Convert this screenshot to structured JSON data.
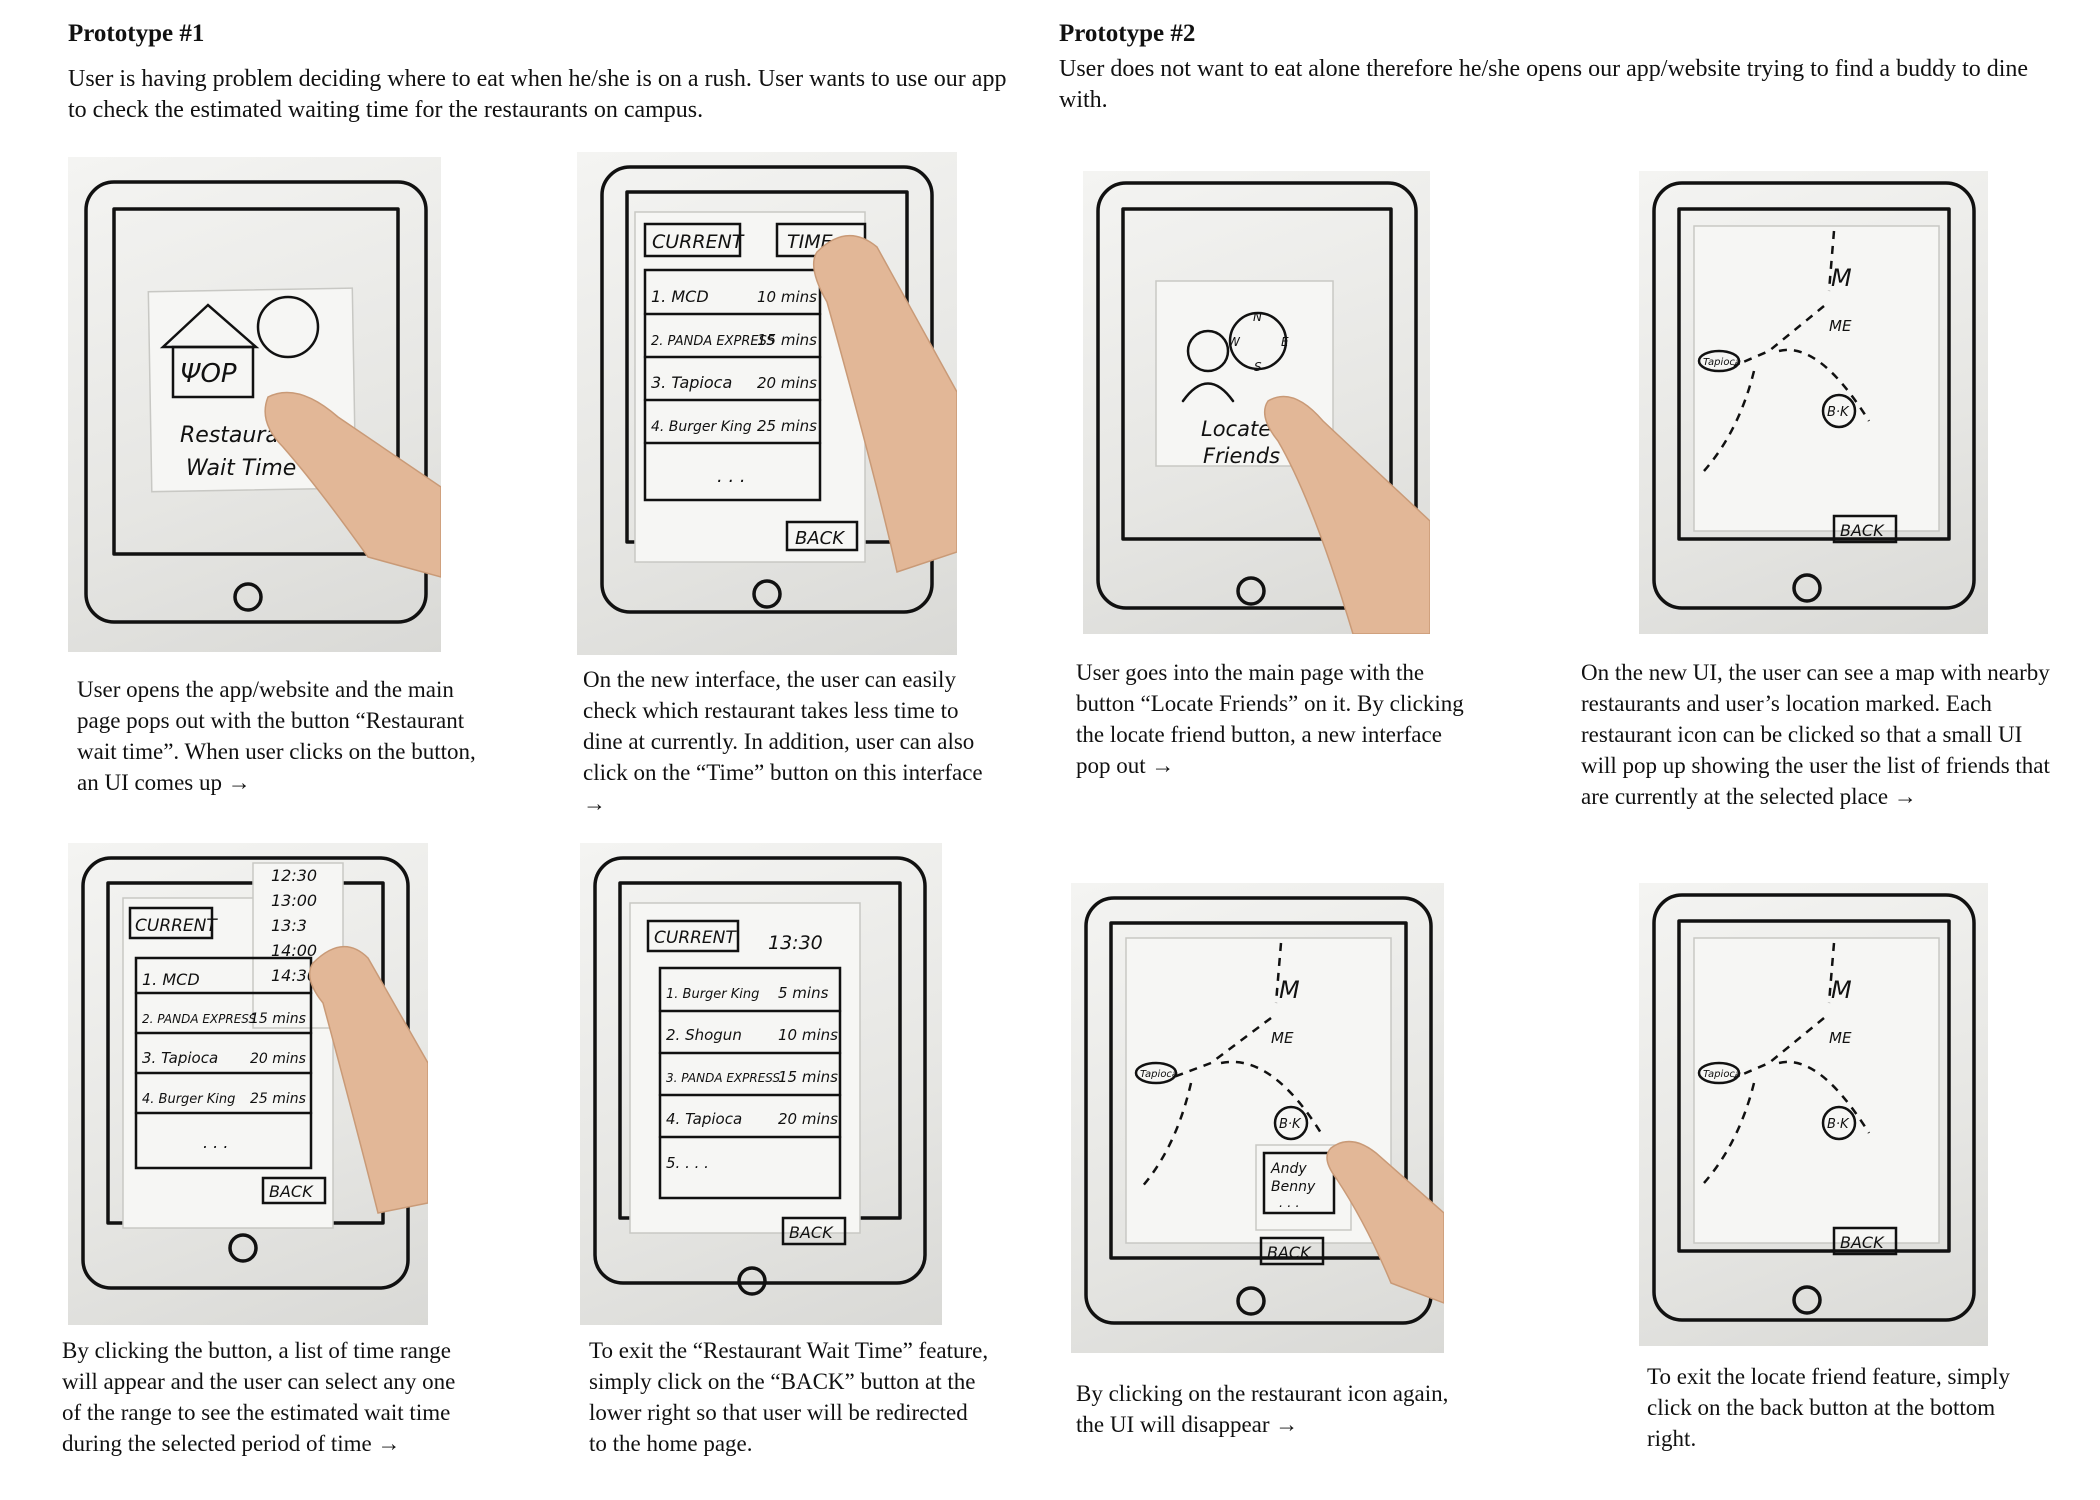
{
  "prototype1": {
    "heading": "Prototype #1",
    "intro": "User is having problem deciding where to eat when he/she is on a rush. User wants to use our app to check the estimated waiting time for the restaurants on campus.",
    "captions": [
      "User opens the app/website and the main page pops out with the button “Restaurant wait time”. When user clicks on the button, an UI comes up →",
      "On the new interface, the user can easily check which restaurant takes less time to dine at currently. In addition, user can also click on the “Time” button on this interface →",
      "By clicking the button, a list of time range will appear and the user can select any one of the range to see the estimated wait time during the selected period of time →",
      "To exit the “Restaurant Wait Time” feature, simply click on the “BACK” button at the lower right so that user will be redirected to the home page."
    ],
    "sketch": {
      "app_button": [
        "Restaurant",
        "Wait Time"
      ],
      "sign": "ΨOP",
      "tab_current": "CURRENT",
      "tab_time": "TIME",
      "selected_time": "13:30",
      "back": "BACK",
      "ellipsis": ". . .",
      "time_options": [
        "12:30",
        "13:00",
        "13:3",
        "14:00",
        "14:30"
      ],
      "rows_current": [
        {
          "name": "1. MCD",
          "wait": "10 mins"
        },
        {
          "name": "2. PANDA EXPRESS",
          "wait": "15 mins"
        },
        {
          "name": "3. Tapioca",
          "wait": "20 mins"
        },
        {
          "name": "4. Burger King",
          "wait": "25 mins"
        }
      ],
      "rows_1330": [
        {
          "name": "1. Burger King",
          "wait": "5 mins"
        },
        {
          "name": "2. Shogun",
          "wait": "10 mins"
        },
        {
          "name": "3. PANDA EXPRESS",
          "wait": "15 mins"
        },
        {
          "name": "4. Tapioca",
          "wait": "20 mins"
        },
        {
          "name": "5. . . .",
          "wait": ""
        }
      ]
    }
  },
  "prototype2": {
    "heading": "Prototype #2",
    "intro": "User does not want to eat alone therefore he/she opens our app/website trying to find a buddy to dine with.",
    "captions": [
      "User goes into the main page with the button “Locate Friends”  on it. By clicking the locate friend button, a new interface pop out →",
      "On the new UI, the user can see a map with nearby restaurants and user’s location marked. Each restaurant icon can be clicked so that a small UI will pop up showing the user the list of friends that are currently at the selected place →",
      "By clicking on the restaurant icon again, the UI will disappear →",
      "To exit the locate friend feature, simply click on the back button at the bottom right."
    ],
    "sketch": {
      "app_button": [
        "Locate",
        "Friends"
      ],
      "compass": [
        "N",
        "E",
        "S",
        "W"
      ],
      "map_labels": {
        "me": "ME",
        "mcd": "M",
        "bk": "B·K",
        "tapioca": "Tapioca"
      },
      "friends": [
        "Andy",
        "Benny",
        ". . ."
      ],
      "back": "BACK"
    }
  },
  "colors": {
    "paper": "#f6f6f4",
    "ink": "#111111",
    "skin": "#e2b797"
  }
}
